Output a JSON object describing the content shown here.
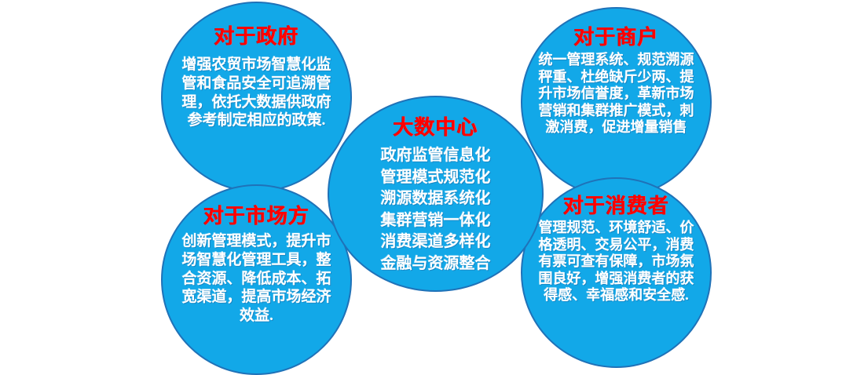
{
  "diagram": {
    "type": "venn-like-bubble-diagram",
    "background_color": "#FFFFFF",
    "bubble_fill_color": "#12A8E8",
    "bubble_border_color": "#1F72B8",
    "title_color": "#FF0000",
    "body_color": "#FFFFFF"
  },
  "bubbles": {
    "center": {
      "id": "big-data-center",
      "title": "大数中心",
      "lines": [
        "政府监管信息化",
        "管理模式规范化",
        "溯源数据系统化",
        "集群营销一体化",
        "消费渠道多样化",
        "金融与资源整合"
      ]
    },
    "government": {
      "id": "for-government",
      "title": "对于政府",
      "body": "增强农贸市场智慧化监管和食品安全可追溯管理，依托大数据供政府参考制定相应的政策."
    },
    "merchant": {
      "id": "for-merchant",
      "title": "对于商户",
      "body": "统一管理系统、规范溯源秤重、杜绝缺斤少两、提升市场信誉度，革新市场营销和集群推广模式，刺激消费，促进增量销售"
    },
    "market": {
      "id": "for-market-operator",
      "title": "对于市场方",
      "body": "创新管理模式，提升市场智慧化管理工具，整合资源、降低成本、拓宽渠道，提高市场经济效益."
    },
    "consumer": {
      "id": "for-consumer",
      "title": "对于消费者",
      "body": "管理规范、环境舒适、价格透明、交易公平，消费有票可查有保障，市场氛围良好，增强消费者的获得感、幸福感和安全感."
    }
  }
}
